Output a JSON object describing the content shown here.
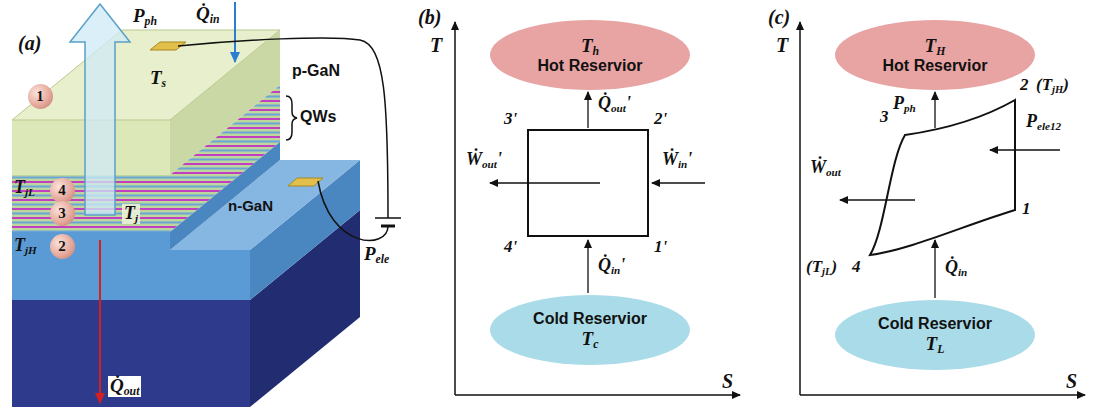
{
  "diagram": {
    "nodes": [
      {
        "text": [
          "1"
        ]
      },
      {
        "text": [
          "4"
        ]
      },
      {
        "text": [
          "3"
        ]
      },
      {
        "text": [
          "2"
        ]
      },
      {
        "text": [
          "Th",
          "Hot Reservior"
        ]
      },
      {
        "text": [
          "Cold Reservior",
          "Tc"
        ]
      },
      {
        "text": [
          "TH",
          "Hot Reservior"
        ]
      },
      {
        "text": [
          "Cold Reservior",
          "TL"
        ]
      }
    ],
    "labels": [
      "(a)",
      "Pph",
      "Q̇in",
      "Ts",
      "p-GaN",
      "TjL",
      "QWs",
      "Tj",
      "TjH",
      "n-GaN",
      "Pele",
      "Q̇out",
      "(b)",
      "T",
      "S",
      "Q̇out'",
      "3'",
      "2'",
      "Ẇout'",
      "Ẇin'",
      "4'",
      "1'",
      "Q̇in'",
      "(c)",
      "T",
      "S",
      "2",
      "(TjH)",
      "Pph",
      "Pele12",
      "1",
      "3",
      "Ẇout",
      "4",
      "(TjL)",
      "Q̇in"
    ]
  }
}
